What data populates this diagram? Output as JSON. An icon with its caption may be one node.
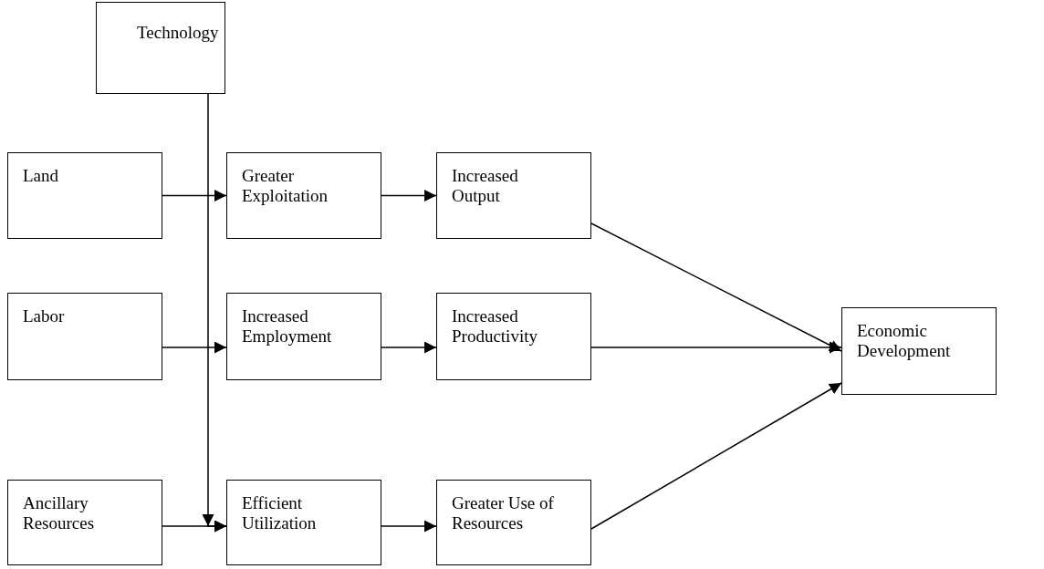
{
  "diagram": {
    "nodes": [
      {
        "text": [
          "Technology"
        ]
      },
      {
        "text": [
          "Land"
        ]
      },
      {
        "text": [
          "Greater Exploitation"
        ]
      },
      {
        "text": [
          "Increased Output"
        ]
      },
      {
        "text": [
          "Labor"
        ]
      },
      {
        "text": [
          "Increased Employment"
        ]
      },
      {
        "text": [
          "Increased Productivity"
        ]
      },
      {
        "text": [
          "Economic Development"
        ]
      },
      {
        "text": [
          "Ancillary Resources"
        ]
      },
      {
        "text": [
          "Efficient Utilization"
        ]
      },
      {
        "text": [
          "Greater Use of Resources"
        ]
      }
    ],
    "edges": [
      {
        "from": 1,
        "to": 2,
        "arrow": "to"
      },
      {
        "from": 2,
        "to": 3,
        "arrow": "to"
      },
      {
        "from": 3,
        "to": 7,
        "arrow": "to"
      },
      {
        "from": 4,
        "to": 5,
        "arrow": "to"
      },
      {
        "from": 5,
        "to": 6,
        "arrow": "to"
      },
      {
        "from": 6,
        "to": 7,
        "arrow": "to"
      },
      {
        "from": 8,
        "to": 9,
        "arrow": "to"
      },
      {
        "from": 9,
        "to": 10,
        "arrow": "to"
      },
      {
        "from": 10,
        "to": 7,
        "arrow": "to"
      },
      {
        "from": 0,
        "to": 9,
        "arrow": "to"
      }
    ]
  }
}
